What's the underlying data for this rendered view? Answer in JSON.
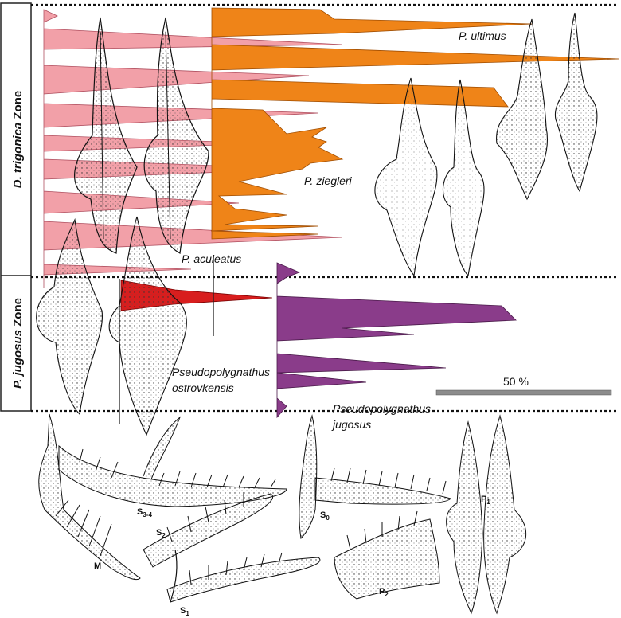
{
  "zones": {
    "upper": {
      "species_it": "D. trigonica",
      "suffix": " Zone"
    },
    "lower": {
      "species_it": "P. jugosus",
      "suffix": " Zone"
    }
  },
  "taxa": {
    "ultimus": "P. ultimus",
    "ziegleri": "P. ziegleri",
    "aculeatus": "P. aculeatus",
    "ostrovkensis_1": "Pseudopolygnathus",
    "ostrovkensis_2": "ostrovkensis",
    "jugosus_1": "Pseudopolygnathus",
    "jugosus_2": "jugosus"
  },
  "scale_bar": {
    "label": "50 %"
  },
  "elements": {
    "s34": {
      "main": "S",
      "sub": "3-4"
    },
    "s2": {
      "main": "S",
      "sub": "2"
    },
    "s0": {
      "main": "S",
      "sub": "0"
    },
    "s1": {
      "main": "S",
      "sub": "1"
    },
    "p1": {
      "main": "P",
      "sub": "1"
    },
    "p2": {
      "main": "P",
      "sub": "2"
    },
    "m": {
      "main": "M"
    }
  },
  "colors": {
    "aculeatus": "#f2a0a8",
    "ziegleri": "#ef8418",
    "ostrovkensis": "#d81e1e",
    "jugosus": "#8a3c8a",
    "scale_bar": "#8c8c8c"
  }
}
